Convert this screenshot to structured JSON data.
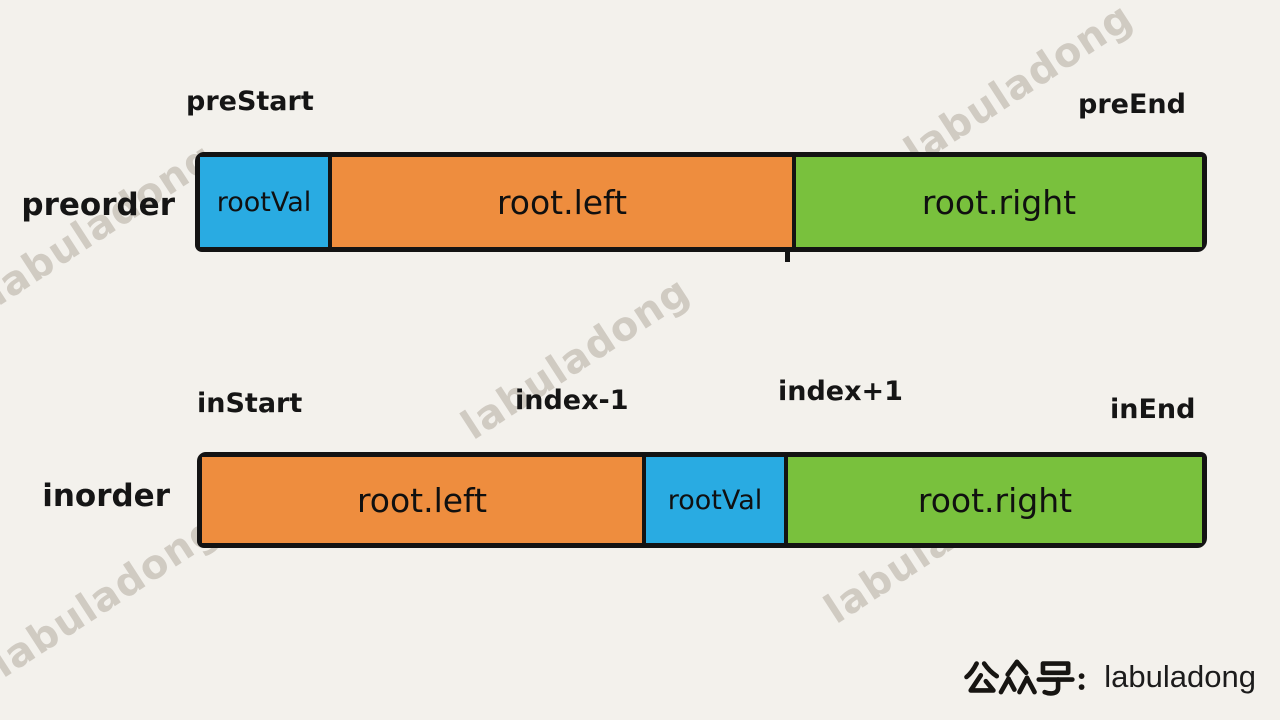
{
  "page": {
    "background_color": "#f3f1ec",
    "text_color": "#151515"
  },
  "watermark": {
    "text": "labuladong",
    "color": "#b2aba0"
  },
  "colors": {
    "blue": "#29abe2",
    "orange": "#ee8d3e",
    "green": "#79c13d",
    "border": "#131313"
  },
  "rows": [
    {
      "label": "preorder",
      "pointers": [
        {
          "text": "preStart"
        },
        {
          "text": "preEnd"
        }
      ],
      "segments": [
        {
          "label": "rootVal",
          "color": "#29abe2"
        },
        {
          "label": "root.left",
          "color": "#ee8d3e"
        },
        {
          "label": "root.right",
          "color": "#79c13d"
        }
      ]
    },
    {
      "label": "inorder",
      "pointers": [
        {
          "text": "inStart"
        },
        {
          "text": "index-1"
        },
        {
          "text": "index+1"
        },
        {
          "text": "inEnd"
        }
      ],
      "segments": [
        {
          "label": "root.left",
          "color": "#ee8d3e"
        },
        {
          "label": "rootVal",
          "color": "#29abe2"
        },
        {
          "label": "root.right",
          "color": "#79c13d"
        }
      ]
    }
  ],
  "signature": {
    "seal_text": "公众号:",
    "text": "labuladong"
  }
}
